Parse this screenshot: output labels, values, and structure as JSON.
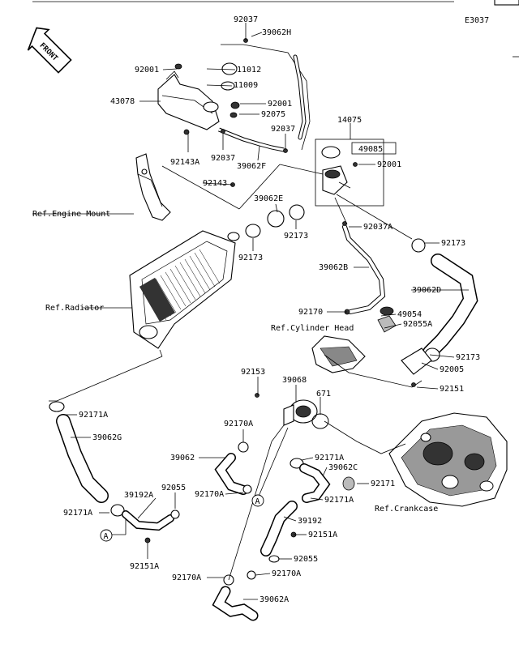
{
  "diagram_code": "E3037",
  "front_label": "FRONT",
  "callout_marker": "A",
  "references": {
    "engine_mount": "Ref.Engine Mount",
    "radiator": "Ref.Radiator",
    "cylinder_head": "Ref.Cylinder Head",
    "crankcase": "Ref.Crankcase"
  },
  "parts": {
    "p92037_top": "92037",
    "p39062H": "39062H",
    "p92001_a": "92001",
    "p11012": "11012",
    "p11009": "11009",
    "p43078": "43078",
    "p92001_b": "92001",
    "p92075": "92075",
    "p92037_mid": "92037",
    "p14075": "14075",
    "p49085": "49085",
    "p92143A": "92143A",
    "p92037_c": "92037",
    "p39062F": "39062F",
    "p92001_c": "92001",
    "p92143": "92143",
    "p39062E": "39062E",
    "p92173_a": "92173",
    "p92037A": "92037A",
    "p92173_b": "92173",
    "p92173_c": "92173",
    "p39062B": "39062B",
    "p39062D": "39062D",
    "p92170": "92170",
    "p49054": "49054",
    "p92055A": "92055A",
    "p92173_d": "92173",
    "p92005": "92005",
    "p92151": "92151",
    "p92153": "92153",
    "p39068": "39068",
    "p671": "671",
    "p92171A_a": "92171A",
    "p92170A_a": "92170A",
    "p39062G": "39062G",
    "p39062": "39062",
    "p92171A_b": "92171A",
    "p39062C": "39062C",
    "p92171": "92171",
    "p92055": "92055",
    "p39192A": "39192A",
    "p92170A_b": "92170A",
    "p92171A_c": "92171A",
    "p92171A_d": "92171A",
    "p39192": "39192",
    "p92151A_a": "92151A",
    "p92055_b": "92055",
    "p92151A_b": "92151A",
    "p92170A_c": "92170A",
    "p92170A_d": "92170A",
    "p39062A": "39062A"
  }
}
